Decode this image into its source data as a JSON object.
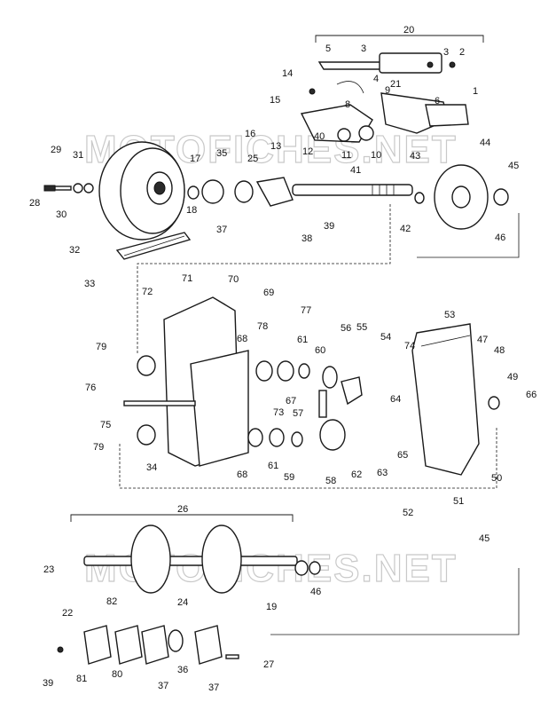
{
  "watermark_top": "MOTOFICHES.NET",
  "watermark_bottom": "MOTOFICHES.NET",
  "groups": [
    {
      "num": "20"
    },
    {
      "num": "26"
    }
  ],
  "labels": [
    "1",
    "2",
    "3",
    "3",
    "4",
    "5",
    "6",
    "8",
    "9",
    "10",
    "11",
    "12",
    "13",
    "14",
    "15",
    "16",
    "17",
    "18",
    "19",
    "21",
    "22",
    "23",
    "24",
    "25",
    "27",
    "28",
    "29",
    "30",
    "31",
    "32",
    "33",
    "34",
    "35",
    "36",
    "37",
    "37",
    "37",
    "38",
    "39",
    "39",
    "40",
    "41",
    "42",
    "43",
    "44",
    "45",
    "45",
    "46",
    "46",
    "47",
    "48",
    "49",
    "50",
    "51",
    "52",
    "53",
    "54",
    "55",
    "56",
    "57",
    "58",
    "59",
    "60",
    "61",
    "61",
    "62",
    "63",
    "64",
    "65",
    "66",
    "67",
    "68",
    "68",
    "69",
    "70",
    "71",
    "72",
    "73",
    "74",
    "75",
    "76",
    "77",
    "78",
    "79",
    "79",
    "80",
    "81",
    "82"
  ]
}
